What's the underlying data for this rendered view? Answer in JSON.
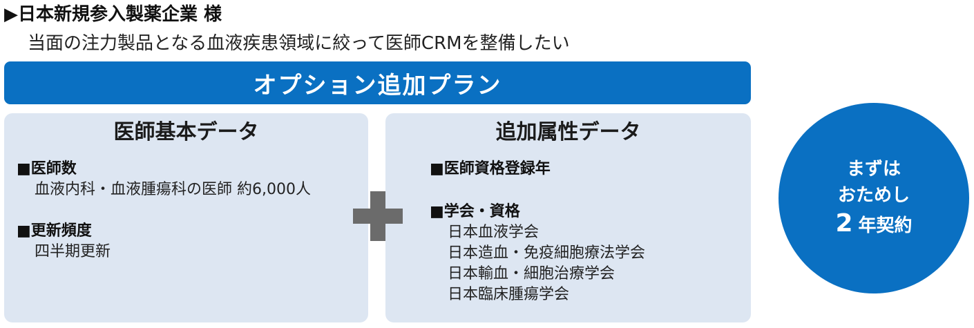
{
  "header": {
    "title": "▶日本新規参入製薬企業 様",
    "subtitle": "当面の注力製品となる血液疾患領域に絞って医師CRMを整備したい"
  },
  "banner": {
    "title": "オプション追加プラン"
  },
  "left_panel": {
    "title": "医師基本データ",
    "items": [
      {
        "heading": "■医師数",
        "text": "血液内科・血液腫瘍科の医師 約6,000人"
      },
      {
        "heading": "■更新頻度",
        "text": "四半期更新"
      }
    ]
  },
  "right_panel": {
    "title": "追加属性データ",
    "items": [
      {
        "heading": "■医師資格登録年"
      },
      {
        "heading": "■学会・資格",
        "list": [
          "日本血液学会",
          "日本造血・免疫細胞療法学会",
          "日本輸血・細胞治療学会",
          "日本臨床腫瘍学会"
        ]
      }
    ]
  },
  "circle": {
    "line1": "まずは",
    "line2": "おためし",
    "contract_number": "2",
    "contract_suffix": "年契約"
  },
  "colors": {
    "accent": "#0a70c2",
    "panel_bg": "#dde6f2",
    "plus": "#6b6b6b"
  },
  "icons": {
    "plus": "plus-icon"
  }
}
